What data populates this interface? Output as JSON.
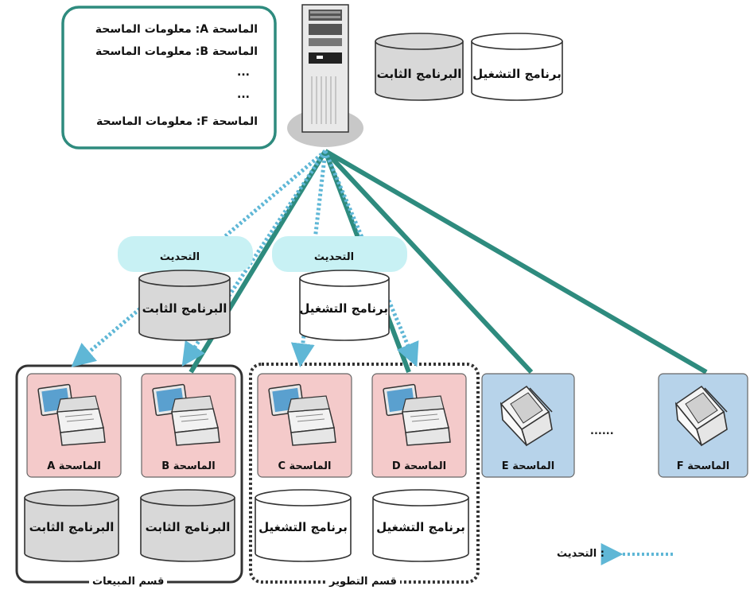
{
  "info_box": {
    "lines": [
      "الماسحة A: معلومات الماسحة",
      "الماسحة B: معلومات الماسحة",
      "...",
      "...",
      "الماسحة F: معلومات الماسحة"
    ]
  },
  "server_storage": {
    "firmware": "البرنامج الثابت",
    "os": "برنامج التشغيل"
  },
  "update_bubbles": [
    "التحديث",
    "التحديث"
  ],
  "mid_storage": {
    "firmware": "البرنامج الثابت",
    "os": "برنامج التشغيل"
  },
  "scanners": [
    {
      "label": "الماسحة A"
    },
    {
      "label": "الماسحة B"
    },
    {
      "label": "الماسحة C"
    },
    {
      "label": "الماسحة D"
    },
    {
      "label": "الماسحة E"
    },
    {
      "label": "الماسحة F"
    }
  ],
  "scanner_storage": [
    "البرنامج الثابت",
    "البرنامج الثابت",
    "برنامج التشغيل",
    "برنامج التشغيل"
  ],
  "ellipsis": "......",
  "groups": {
    "sales": "قسم المبيعات",
    "dev": "قسم التطوير"
  },
  "legend": {
    "label": ": التحديث"
  },
  "colors": {
    "solid_link": "#2e8b7e",
    "dashed_link": "#5fb7d6",
    "bubble": "#c8f1f4",
    "managed_scanner_bg": "#f4caca",
    "unmanaged_scanner_bg": "#b7d3ea",
    "info_border": "#2e8b7e",
    "storage_gray": "#d8d8d8"
  }
}
